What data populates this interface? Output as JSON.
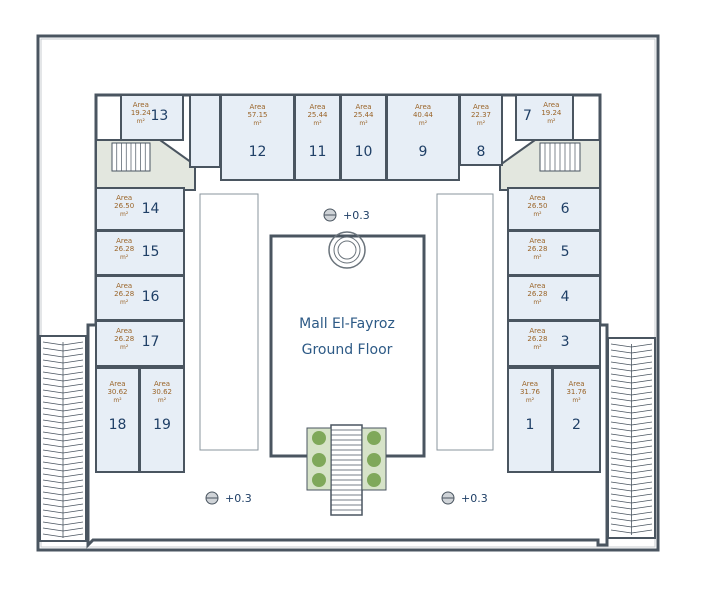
{
  "title": {
    "line1": "Mall El-Fayroz",
    "line2": "Ground Floor"
  },
  "area_label": "Area",
  "area_unit": "m²",
  "level_markers": [
    "+0.3",
    "+0.3",
    "+0.3"
  ],
  "units": [
    {
      "id": "13",
      "area": "19.24"
    },
    {
      "id": "12",
      "area": "57.15"
    },
    {
      "id": "11",
      "area": "25.44"
    },
    {
      "id": "10",
      "area": "25.44"
    },
    {
      "id": "9",
      "area": "40.44"
    },
    {
      "id": "8",
      "area": "22.37"
    },
    {
      "id": "7",
      "area": "19.24"
    },
    {
      "id": "14",
      "area": "26.50"
    },
    {
      "id": "15",
      "area": "26.28"
    },
    {
      "id": "16",
      "area": "26.28"
    },
    {
      "id": "17",
      "area": "26.28"
    },
    {
      "id": "18",
      "area": "30.62"
    },
    {
      "id": "19",
      "area": "30.62"
    },
    {
      "id": "6",
      "area": "26.50"
    },
    {
      "id": "5",
      "area": "26.28"
    },
    {
      "id": "4",
      "area": "26.28"
    },
    {
      "id": "3",
      "area": "26.28"
    },
    {
      "id": "1",
      "area": "31.76"
    },
    {
      "id": "2",
      "area": "31.76"
    }
  ],
  "colors": {
    "unit_fill": "#e7eef6",
    "floor_fill": "#ffffff",
    "wall": "#4a5560",
    "area_text": "#9a6428",
    "number_text": "#1f3f66",
    "title_text": "#2d5a86",
    "planter_green": "#7fa85a"
  }
}
